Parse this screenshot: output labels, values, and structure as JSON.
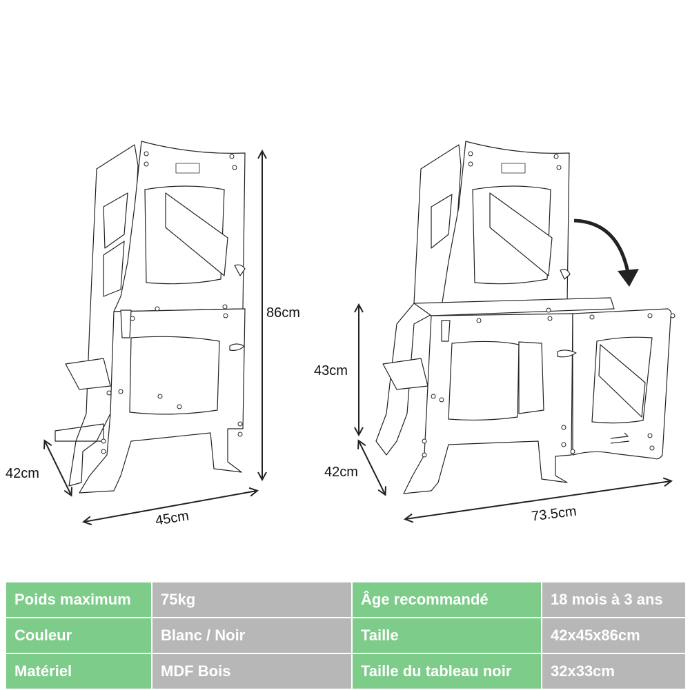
{
  "dimensions": {
    "left_view": {
      "height": "86cm",
      "depth": "42cm",
      "width": "45cm"
    },
    "right_view": {
      "table_height": "43cm",
      "depth": "42cm",
      "width": "73.5cm"
    }
  },
  "specs": {
    "rows": [
      [
        {
          "label": "Poids maximum",
          "value": "75kg"
        },
        {
          "label": "Âge recommandé",
          "value": "18 mois à 3 ans"
        }
      ],
      [
        {
          "label": "Couleur",
          "value": "Blanc / Noir"
        },
        {
          "label": "Taille",
          "value": "42x45x86cm"
        }
      ],
      [
        {
          "label": "Matériel",
          "value": "MDF Bois"
        },
        {
          "label": "Taille du tableau noir",
          "value": "32x33cm"
        }
      ]
    ]
  },
  "colors": {
    "label_cell": "#7dcc8a",
    "value_cell": "#b7b7b7",
    "line": "#222222"
  }
}
